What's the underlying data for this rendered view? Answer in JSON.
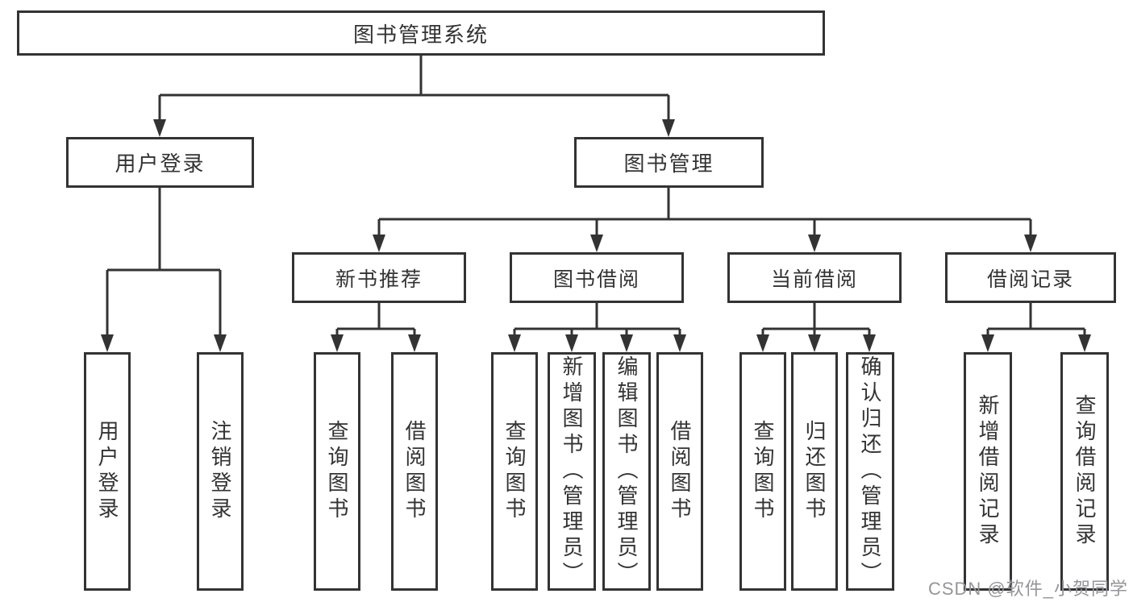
{
  "colors": {
    "line": "#333333",
    "ink": "#333333",
    "box_bg": "#ffffff",
    "canvas_bg": "#ffffff",
    "watermark": "#95959a"
  },
  "watermark": {
    "text": "CSDN @软件_小贺同学"
  },
  "diagram": {
    "title": "图书管理系统",
    "groups": [
      {
        "label": "用户登录",
        "items": [
          {
            "label": "用户登录"
          },
          {
            "label": "注销登录"
          }
        ]
      },
      {
        "label": "图书管理",
        "sections": [
          {
            "label": "新书推荐",
            "items": [
              {
                "label": "查询图书"
              },
              {
                "label": "借阅图书"
              }
            ]
          },
          {
            "label": "图书借阅",
            "items": [
              {
                "label": "查询图书"
              },
              {
                "label": "新增图书（管理员）"
              },
              {
                "label": "编辑图书（管理员）"
              },
              {
                "label": "借阅图书"
              }
            ]
          },
          {
            "label": "当前借阅",
            "items": [
              {
                "label": "查询图书"
              },
              {
                "label": "归还图书"
              },
              {
                "label": "确认归还（管理员）"
              }
            ]
          },
          {
            "label": "借阅记录",
            "items": [
              {
                "label": "新增借阅记录"
              },
              {
                "label": "查询借阅记录"
              }
            ]
          }
        ]
      }
    ]
  }
}
